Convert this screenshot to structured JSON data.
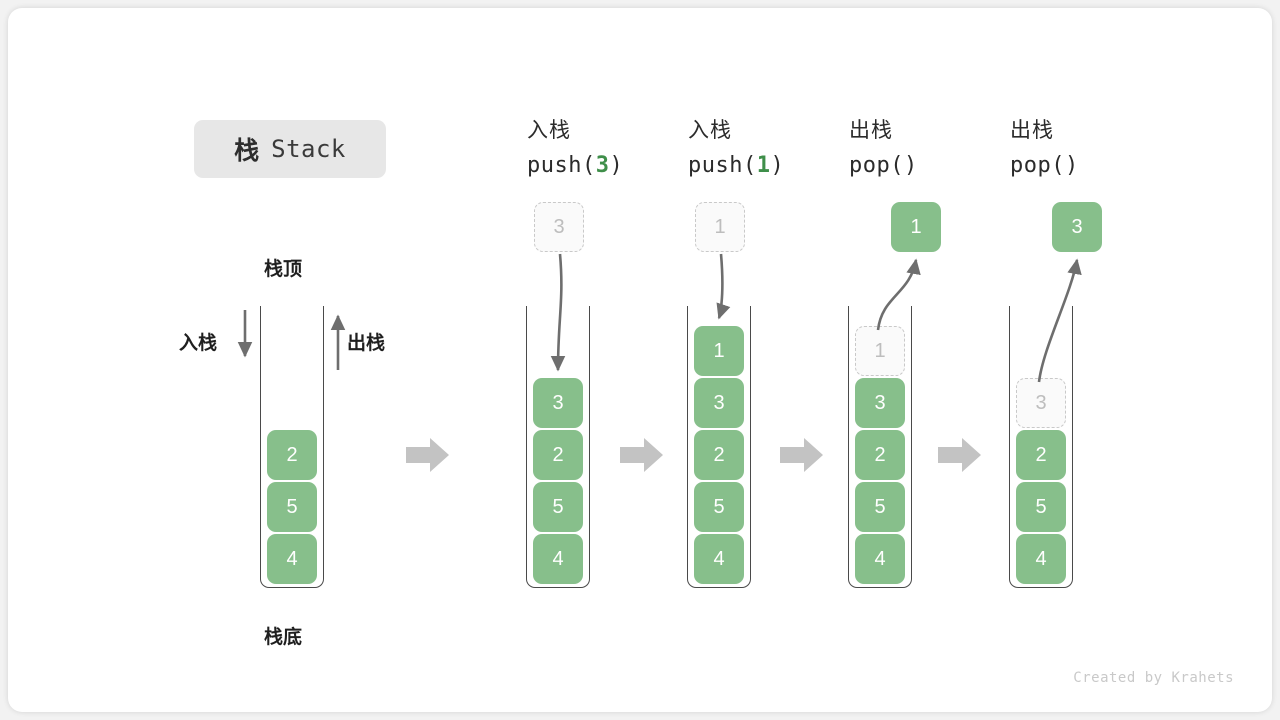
{
  "title": {
    "cn": "栈",
    "en": "Stack"
  },
  "labels": {
    "top": "栈顶",
    "bottom": "栈底",
    "push": "入栈",
    "pop": "出栈"
  },
  "footer": "Created by Krahets",
  "colors": {
    "element_green": "#87bf8b",
    "arg_green": "#3f8f4a",
    "ghost_border": "#c9c9c9",
    "arrow_gray": "#6e6e6e",
    "block_arrow_gray": "#c3c3c3",
    "stack_wall": "#4a4a4a",
    "chip_bg": "#e7e7e7"
  },
  "columns": [
    {
      "id": "initial",
      "op_cn": "",
      "fn_prefix": "",
      "fn_arg": "",
      "fn_suffix": "",
      "stack": [
        "2",
        "5",
        "4"
      ],
      "ghost_in_stack": null,
      "incoming": null,
      "outgoing": null
    },
    {
      "id": "push-3",
      "op_cn": "入栈",
      "fn_prefix": "push(",
      "fn_arg": "3",
      "fn_suffix": ")",
      "stack": [
        "3",
        "2",
        "5",
        "4"
      ],
      "ghost_in_stack": null,
      "incoming": "3",
      "outgoing": null
    },
    {
      "id": "push-1",
      "op_cn": "入栈",
      "fn_prefix": "push(",
      "fn_arg": "1",
      "fn_suffix": ")",
      "stack": [
        "1",
        "3",
        "2",
        "5",
        "4"
      ],
      "ghost_in_stack": null,
      "incoming": "1",
      "outgoing": null
    },
    {
      "id": "pop-1",
      "op_cn": "出栈",
      "fn_prefix": "pop(",
      "fn_arg": "",
      "fn_suffix": ")",
      "stack": [
        "3",
        "2",
        "5",
        "4"
      ],
      "ghost_in_stack": "1",
      "incoming": null,
      "outgoing": "1"
    },
    {
      "id": "pop-3",
      "op_cn": "出栈",
      "fn_prefix": "pop(",
      "fn_arg": "",
      "fn_suffix": ")",
      "stack": [
        "2",
        "5",
        "4"
      ],
      "ghost_in_stack": "3",
      "incoming": null,
      "outgoing": "3"
    }
  ]
}
